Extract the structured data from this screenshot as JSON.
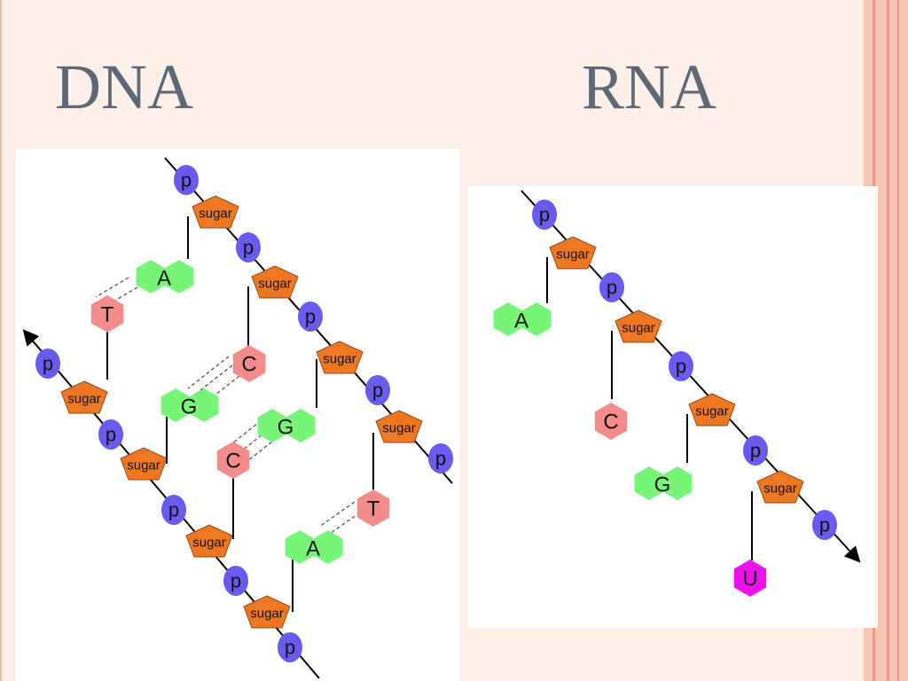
{
  "titles": {
    "left": "DNA",
    "right": "RNA"
  },
  "labels": {
    "phosphate": "p",
    "sugar": "sugar"
  },
  "dna": {
    "left_strand_bases": [
      "T",
      "G",
      "C",
      "A"
    ],
    "right_strand_bases": [
      "A",
      "C",
      "G",
      "T"
    ]
  },
  "rna": {
    "bases": [
      "A",
      "C",
      "G",
      "U"
    ]
  },
  "colors": {
    "background": "#fcf0e9",
    "border": "#f3b9a5",
    "title": "#5d6878",
    "phosphate": "#6a5af0",
    "sugar": "#ee7722",
    "adenine_guanine": "#77f577",
    "thymine_cytosine": "#f58b8b",
    "uracil": "#ee11ee"
  }
}
